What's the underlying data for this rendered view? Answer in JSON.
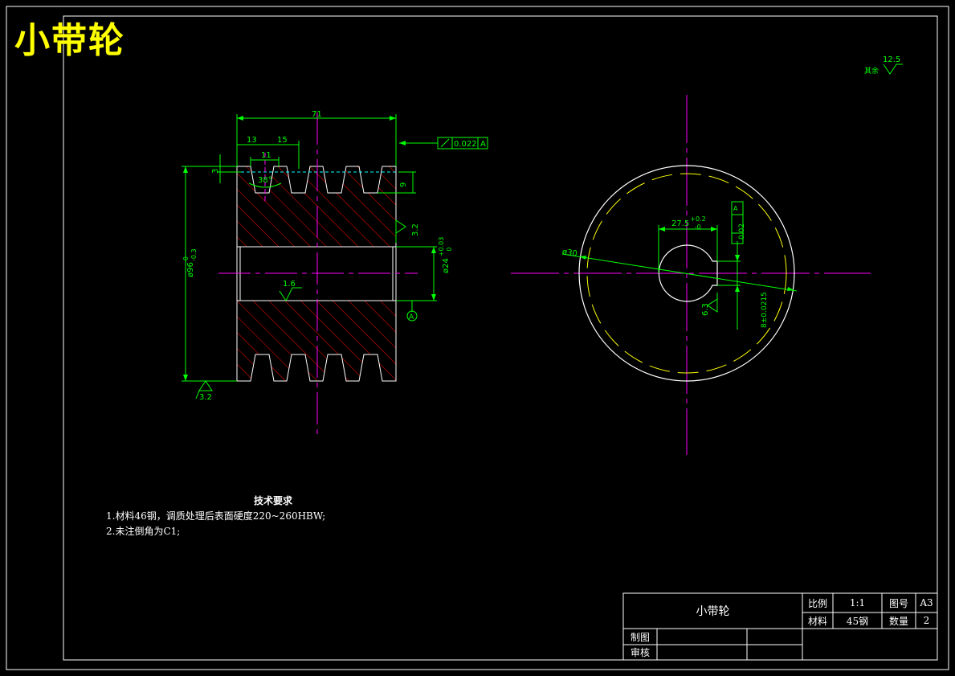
{
  "title": "小带轮",
  "colors": {
    "background": "#000000",
    "outline": "#ffffff",
    "dimension": "#00ff00",
    "centerline": "#ff00ff",
    "hatch": "#ff0000",
    "title": "#ffff00",
    "thread": "#ffff00"
  },
  "roughness_corner": {
    "label": "其余",
    "value": "12.5"
  },
  "front_view": {
    "dims": {
      "overall_width": "71",
      "groove_pitch_13": "13",
      "groove_pitch_15": "15",
      "groove_top": "11",
      "groove_angle": "38°",
      "groove_depth": "9",
      "offset_3": "3",
      "outer_dia": "ø96",
      "outer_dia_tol_upper": "0",
      "outer_dia_tol_lower": "-0.3",
      "bore_dia": "ø24",
      "bore_tol_upper": "+0.03",
      "bore_tol_lower": "0",
      "runout_value": "0.022",
      "runout_datum": "A",
      "roughness_bore": "1.6",
      "roughness_right": "3.2",
      "roughness_bottom": "3.2",
      "datum": "A"
    }
  },
  "side_view": {
    "dims": {
      "hub_dia": "ø30",
      "keyway_depth": "27.5",
      "keyway_depth_tol_upper": "+0.2",
      "keyway_depth_tol_lower": "-0",
      "key_width": "8±0.0215",
      "sym_value": "0.02",
      "sym_datum": "A",
      "roughness_keyway": "6.3"
    }
  },
  "tech_requirements": {
    "heading": "技术要求",
    "items": [
      "1.材料46钢，调质处理后表面硬度220~260HBW;",
      "2.未注倒角为C1;"
    ]
  },
  "title_block": {
    "part_name": "小带轮",
    "scale_label": "比例",
    "scale_value": "1:1",
    "drawing_no_label": "图号",
    "drawing_no_value": "A3",
    "material_label": "材料",
    "material_value": "45钢",
    "quantity_label": "数量",
    "quantity_value": "2",
    "drawn_label": "制图",
    "checked_label": "审核"
  }
}
